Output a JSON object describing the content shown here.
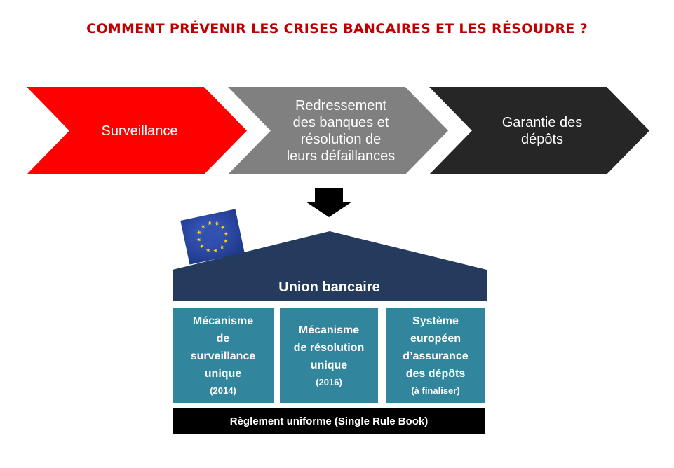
{
  "title": "COMMENT PRÉVENIR LES CRISES BANCAIRES ET LES RÉSOUDRE ?",
  "steps": [
    {
      "label": "Surveillance",
      "color": "#ff0000"
    },
    {
      "label": "Redressement\ndes banques et\nrésolution de\nleurs défaillances",
      "color": "#808080"
    },
    {
      "label": "Garantie des\ndépôts",
      "color": "#262626"
    }
  ],
  "roof": {
    "label": "Union bancaire",
    "color": "#243b5e"
  },
  "pillars": [
    {
      "title": "Mécanisme\nde\nsurveillance\nunique",
      "note": "(2014)"
    },
    {
      "title": "Mécanisme\nde résolution\nunique",
      "note": "(2016)"
    },
    {
      "title": "Système\neuropéen\nd’assurance\ndes dépôts",
      "note": "(à finaliser)"
    }
  ],
  "pillar_color": "#31859c",
  "base": {
    "label": "Règlement uniforme (Single Rule Book)"
  },
  "icons": {
    "flag": "eu-flag-icon",
    "arrow": "arrow-down-icon"
  }
}
